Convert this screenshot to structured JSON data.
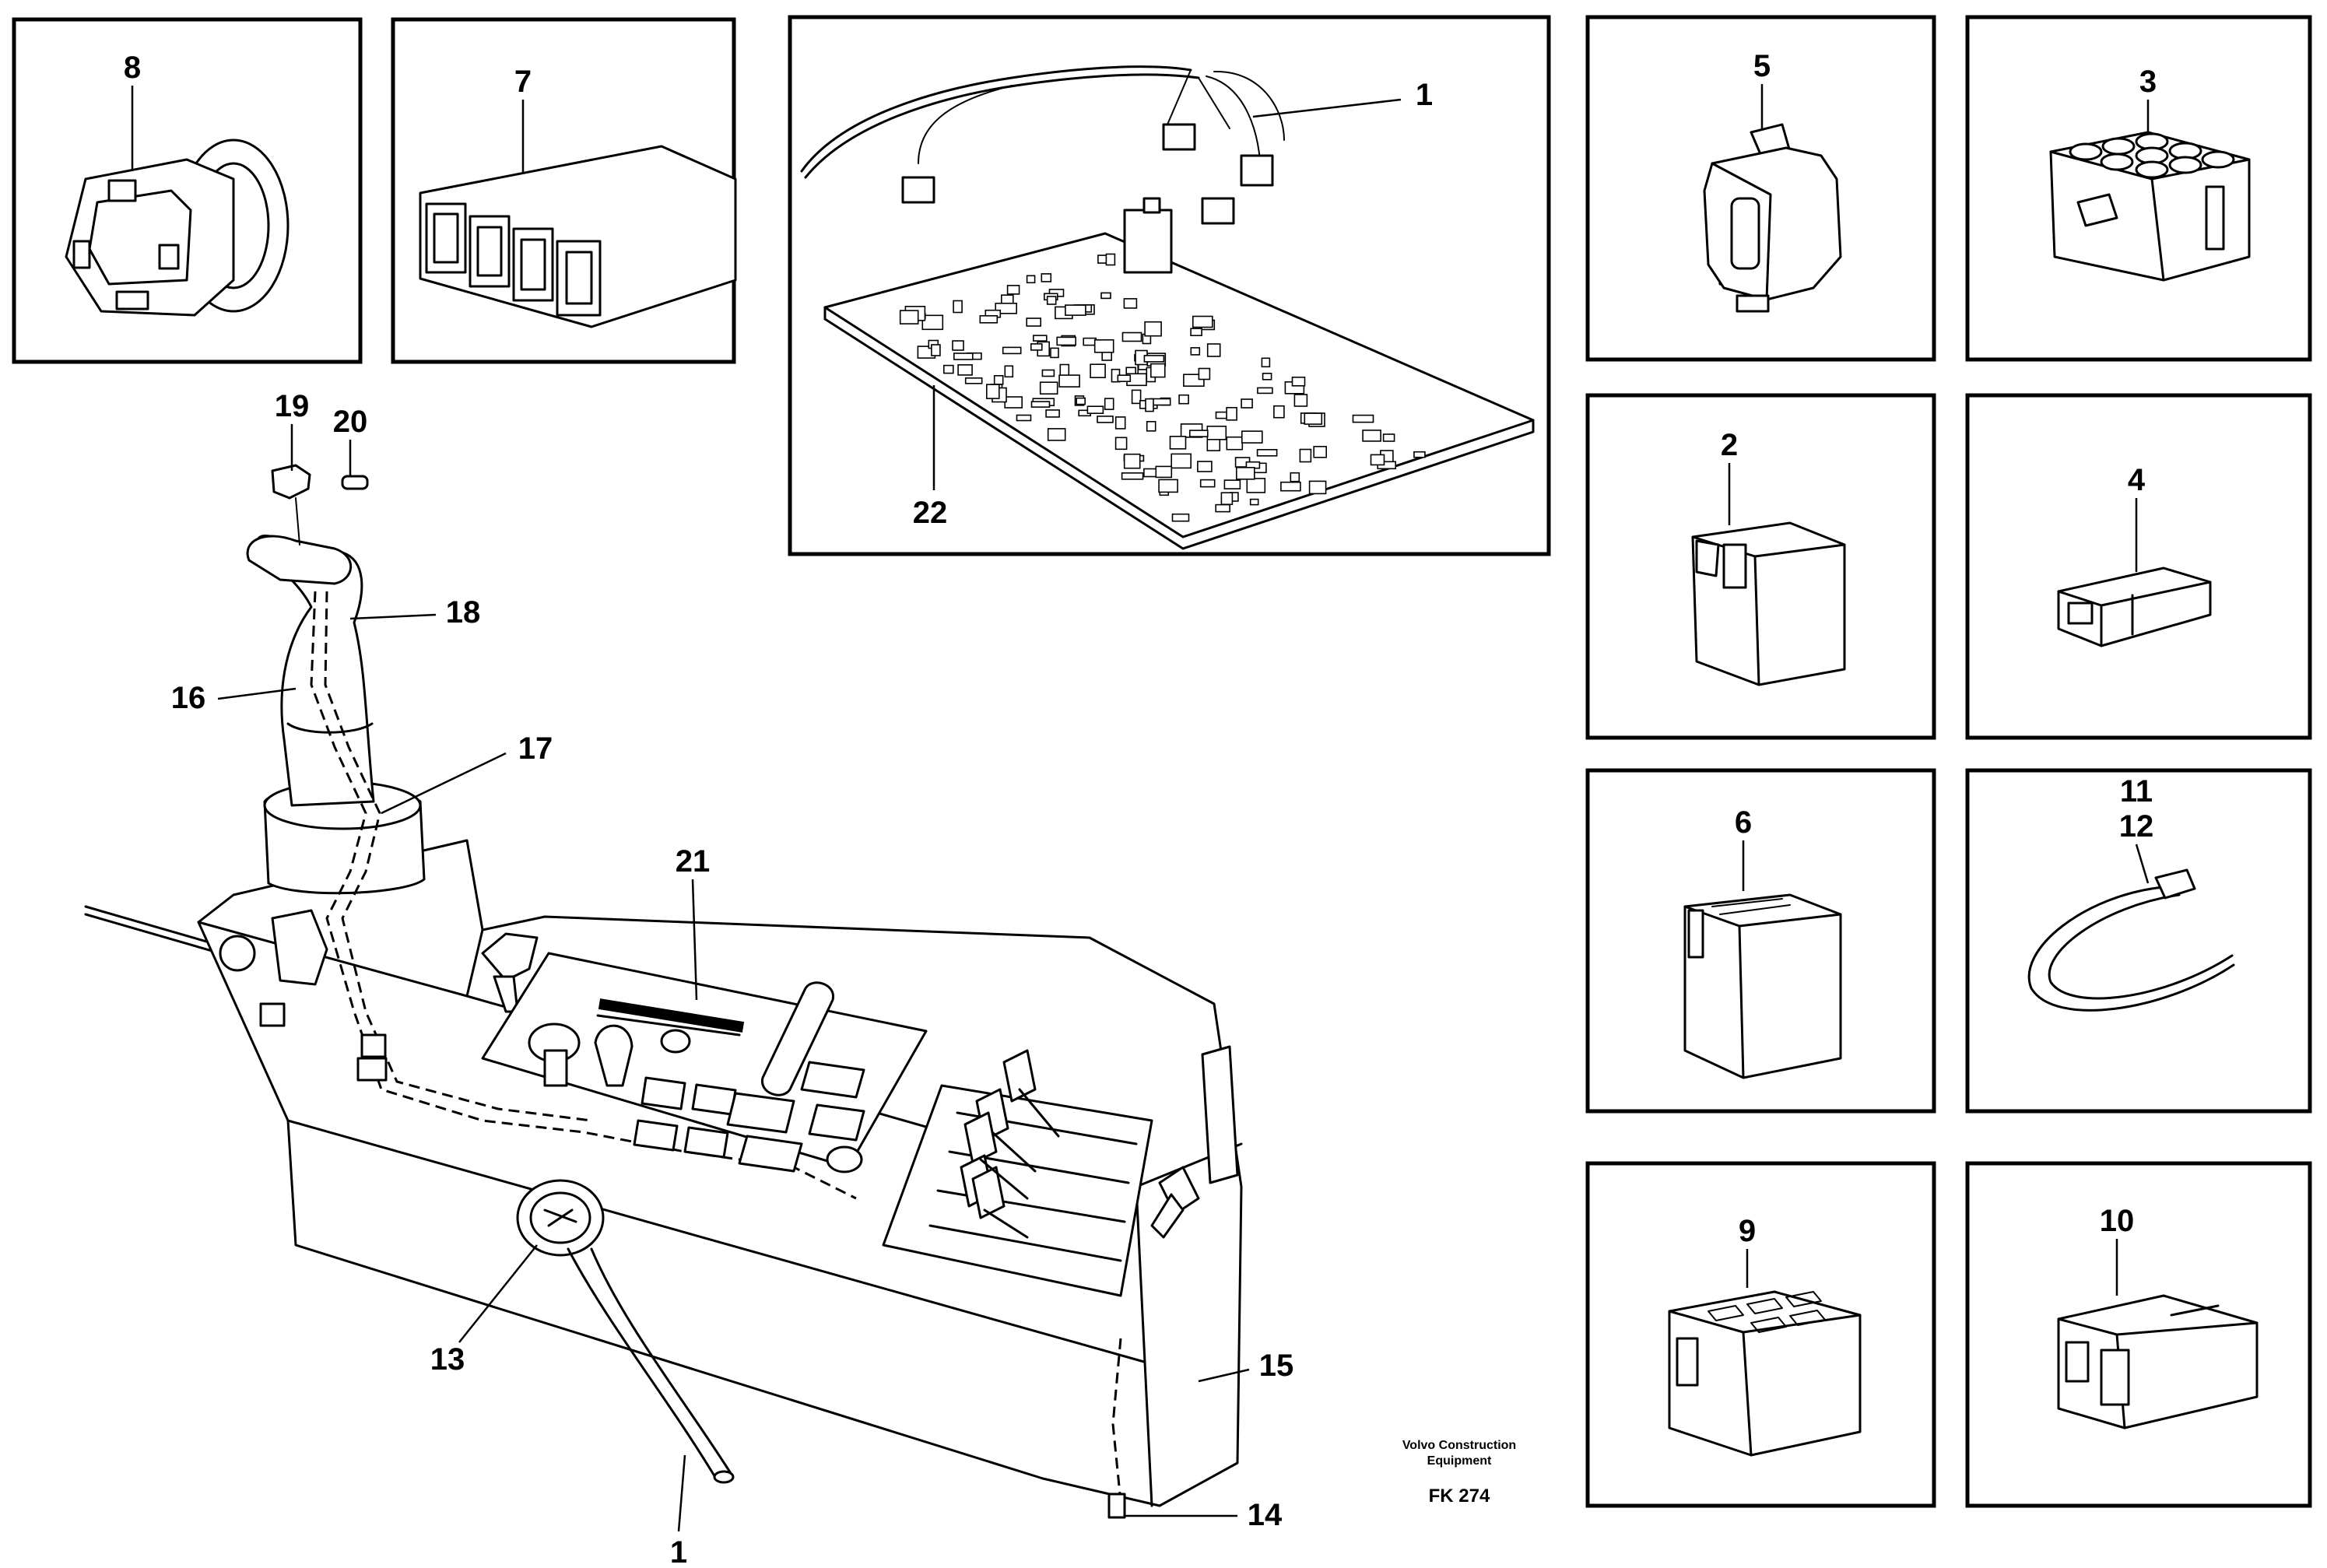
{
  "labels": {
    "p1_top": "1",
    "p1_bottom": "1",
    "p2": "2",
    "p3": "3",
    "p4": "4",
    "p5": "5",
    "p6": "6",
    "p7": "7",
    "p8": "8",
    "p9": "9",
    "p10": "10",
    "p11": "11",
    "p12": "12",
    "p13": "13",
    "p14": "14",
    "p15": "15",
    "p16": "16",
    "p17": "17",
    "p18": "18",
    "p19": "19",
    "p20": "20",
    "p21": "21",
    "p22": "22"
  },
  "footer": {
    "company_line1": "Volvo Construction",
    "company_line2": "Equipment",
    "figure_code": "FK 274"
  }
}
